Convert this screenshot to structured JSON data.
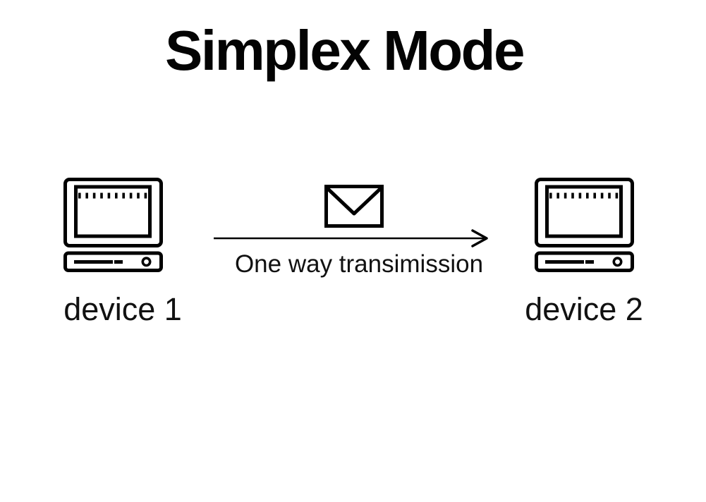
{
  "title": "Simplex Mode",
  "devices": [
    {
      "label": "device 1",
      "icon": "computer-icon"
    },
    {
      "label": "device 2",
      "icon": "computer-icon"
    }
  ],
  "connection": {
    "caption": "One way transimission",
    "message_icon": "envelope-icon",
    "arrow_icon": "arrow-right-icon",
    "direction": "left-to-right"
  },
  "colors": {
    "ink": "#000000",
    "background": "#ffffff"
  }
}
